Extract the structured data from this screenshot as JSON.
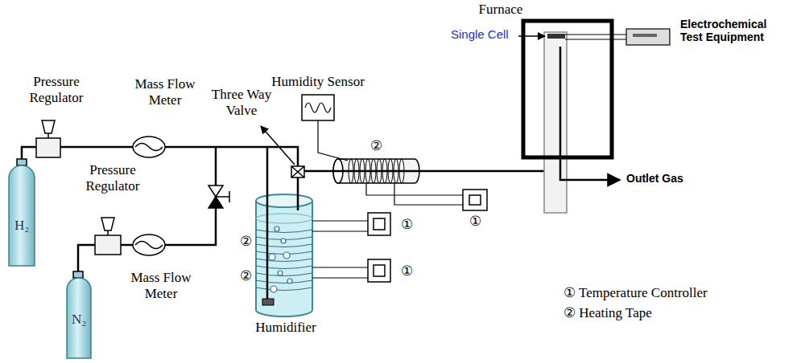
{
  "diagram": {
    "nodes": [
      {
        "text": [
          "H₂"
        ]
      },
      {
        "text": [
          "N₂"
        ]
      }
    ],
    "labels": [
      "Pressure Regulator",
      "Mass Flow Meter",
      "Pressure Regulator",
      "Mass Flow Meter",
      "Three Way Valve",
      "Humidity Sensor",
      "Furnace",
      "Single Cell",
      "Electrochemical Test Equipment",
      "Outlet Gas",
      "Humidifier",
      "②",
      "①",
      "②",
      "①",
      "②",
      "①",
      "① Temperature Controller",
      "② Heating Tape"
    ]
  }
}
